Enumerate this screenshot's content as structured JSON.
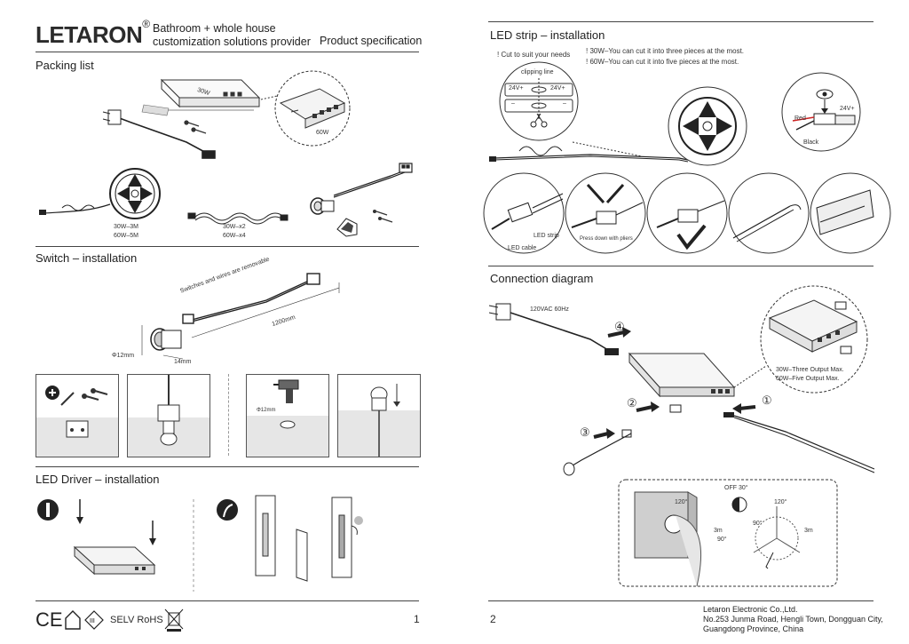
{
  "header": {
    "brand": "LETARON",
    "registered": "®",
    "tagline_1": "Bathroom + whole house",
    "tagline_2": "customization solutions provider",
    "doc_type": "Product specification"
  },
  "packing": {
    "title": "Packing list",
    "driver_30w": "30W",
    "driver_60w": "60W",
    "reel_1": "30W–3M",
    "reel_2": "60W–5M",
    "cable_1": "30W–x2",
    "cable_2": "60W–x4"
  },
  "switch": {
    "title": "Switch – installation",
    "removable": "Switches and wires are removable",
    "length": "1200mm",
    "diameter": "Φ12mm",
    "depth": "14mm",
    "drill_diameter": "Φ12mm"
  },
  "driver_install": {
    "title": "LED Driver – installation"
  },
  "strip": {
    "title": "LED strip – installation",
    "cut_note": "! Cut to suit your needs",
    "note_30w": "! 30W–You can cut it into three pieces at the most.",
    "note_60w": "! 60W–You can cut it into five pieces at the most.",
    "clipping_line": "clipping line",
    "plus_left": "24V+",
    "plus_right": "24V+",
    "minus_left": "–",
    "minus_right": "–",
    "red": "Red",
    "black": "Black",
    "plus_24v": "24V+",
    "led_cable": "LED cable",
    "led_strip": "LED strip",
    "press_note": "Press down with pliers"
  },
  "connection": {
    "title": "Connection diagram",
    "power": "120VAC  60Hz",
    "step_1": "①",
    "step_2": "②",
    "step_3": "③",
    "step_4": "④",
    "output_30w": "30W–Three Output Max.",
    "output_60w": "60W–Five Output Max.",
    "off_angle": "OFF 30°",
    "angle_120_a": "120°",
    "angle_120_b": "120°",
    "dist_a": "3m",
    "dist_b": "3m",
    "angle_90_a": "90°",
    "angle_90_b": "90°"
  },
  "footer": {
    "cert": "SELV  RoHS",
    "page_left": "1",
    "page_right": "2",
    "company": "Letaron Electronic Co.,Ltd.",
    "address_1": "No.253 Junma Road, Hengli Town, Dongguan City,",
    "address_2": "Guangdong Province, China"
  },
  "icons": [
    "ce-mark",
    "house-icon",
    "class-iii-icon",
    "weee-bin-icon",
    "screw-icon",
    "drill-icon",
    "checkmark-icon",
    "eye-icon",
    "scissors-icon",
    "pliers-icon"
  ]
}
